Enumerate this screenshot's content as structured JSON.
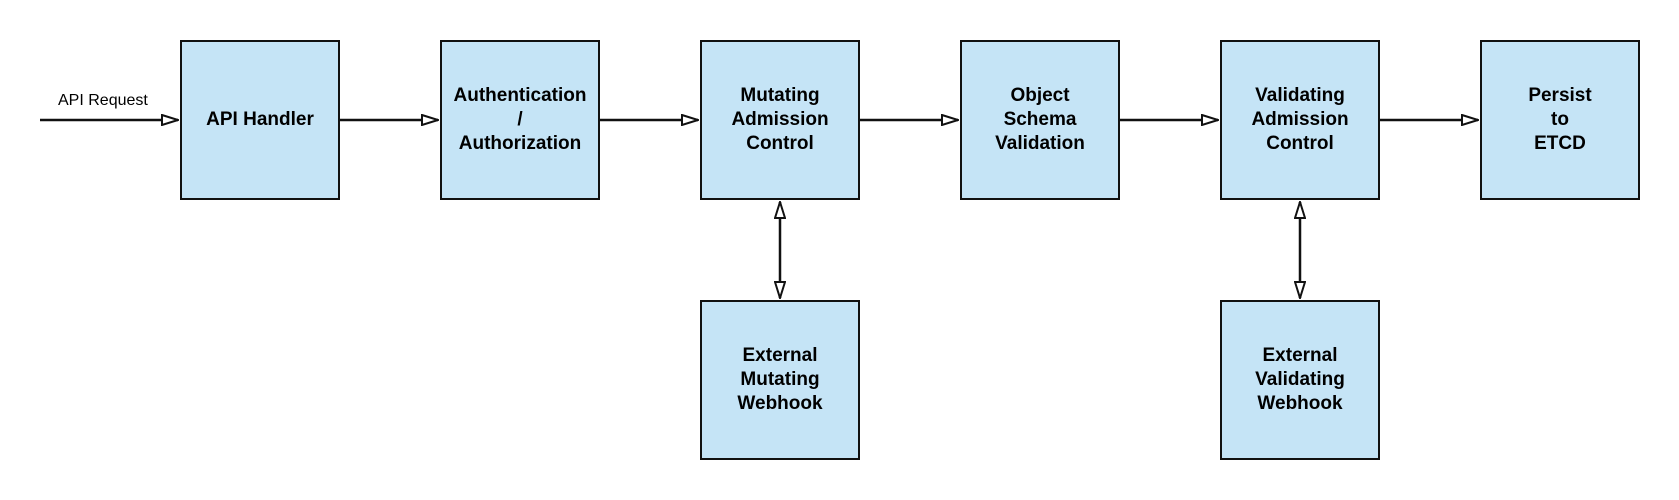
{
  "diagram": {
    "input_label": "API Request",
    "box_fill": "#c5e4f6",
    "border_color": "#111111",
    "boxes": {
      "api_handler": "API Handler",
      "auth": "Authentication\n/\nAuthorization",
      "mutating": "Mutating\nAdmission\nControl",
      "schema": "Object\nSchema\nValidation",
      "validating": "Validating\nAdmission\nControl",
      "persist": "Persist\nto\nETCD",
      "ext_mutating": "External\nMutating\nWebhook",
      "ext_validating": "External\nValidating\nWebhook"
    }
  }
}
